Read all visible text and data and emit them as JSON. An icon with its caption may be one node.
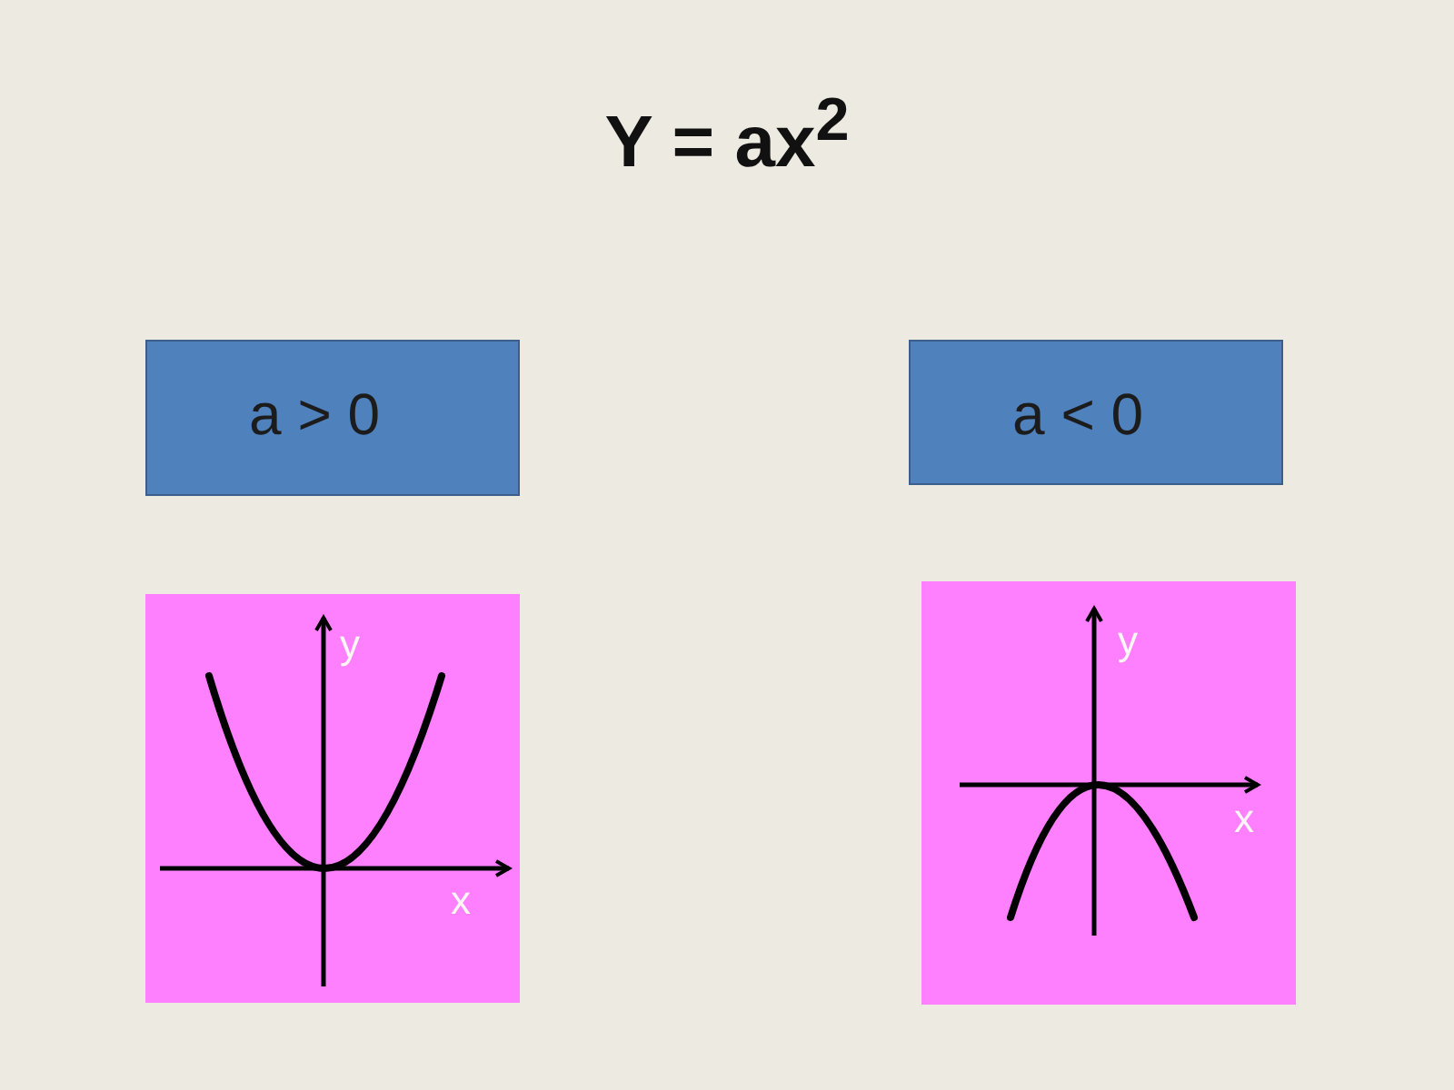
{
  "diagram": {
    "title": "Y = ax$^{2}$",
    "nodes": [
      {
        "text": [
          "a > 0"
        ]
      },
      {
        "text": [
          "a < 0"
        ]
      },
      {
        "text": [
          "y",
          "x"
        ]
      },
      {
        "text": [
          "y",
          "x"
        ]
      }
    ]
  }
}
